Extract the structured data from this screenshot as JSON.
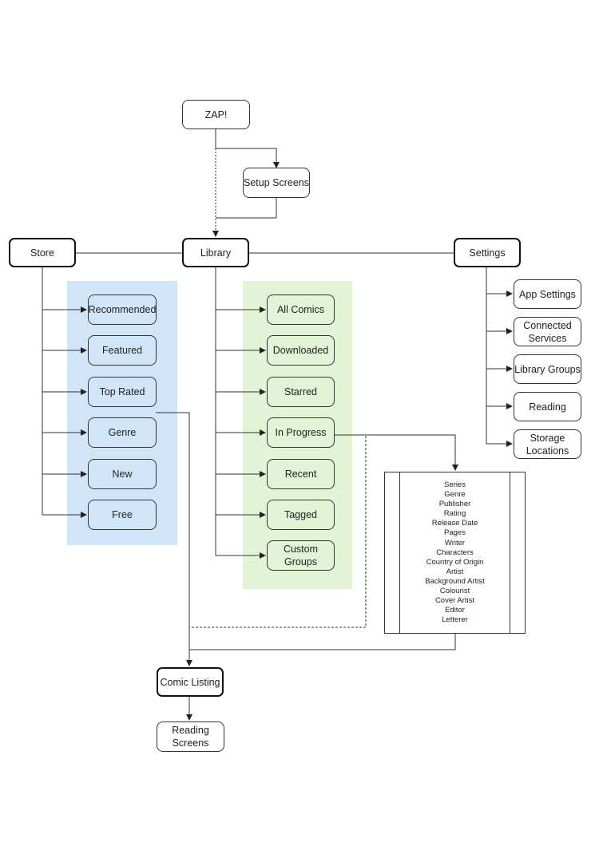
{
  "nodes": {
    "zap": "ZAP!",
    "setup_screens": "Setup Screens",
    "store": "Store",
    "library": "Library",
    "settings": "Settings",
    "store_items": [
      "Recommended",
      "Featured",
      "Top Rated",
      "Genre",
      "New",
      "Free"
    ],
    "library_items": [
      "All Comics",
      "Downloaded",
      "Starred",
      "In Progress",
      "Recent",
      "Tagged",
      "Custom Groups"
    ],
    "settings_items": [
      "App Settings",
      "Connected\nServices",
      "Library Groups",
      "Reading",
      "Storage\nLocations"
    ],
    "comic_listing": "Comic Listing",
    "reading_screens": "Reading\nScreens"
  },
  "sort_fields": [
    "Series",
    "Genre",
    "Publisher",
    "Rating",
    "Release Date",
    "Pages",
    "Writer",
    "Characters",
    "Country of Origin",
    "Artist",
    "Background Artist",
    "Colourist",
    "Cover Artist",
    "Editor",
    "Letterer"
  ],
  "colors": {
    "store_band": "#d0e6f8",
    "library_band": "#e2f3d6",
    "line": "#333333"
  }
}
